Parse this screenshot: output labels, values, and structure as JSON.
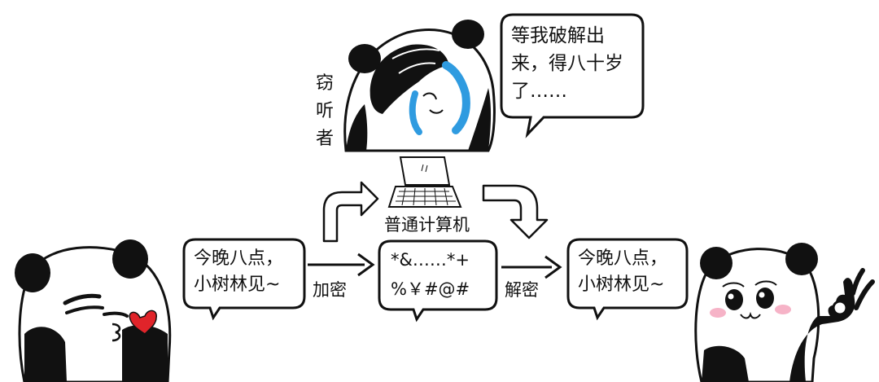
{
  "eavesdropper_label": [
    "窃",
    "听",
    "者"
  ],
  "eavesdropper_speech": [
    "等我破解出",
    "来，得八十岁",
    "了……"
  ],
  "computer_label": "普通计算机",
  "sender_message": [
    "今晚八点，",
    "小树林见~"
  ],
  "encrypt_label": "加密",
  "ciphertext": [
    "*&……*+",
    "%￥#@#"
  ],
  "decrypt_label": "解密",
  "receiver_message": [
    "今晚八点，",
    "小树林见~"
  ],
  "colors": {
    "ink": "#111111",
    "tears": "#2f9be0",
    "blush": "#f6b3c7",
    "heart": "#e0242a"
  }
}
